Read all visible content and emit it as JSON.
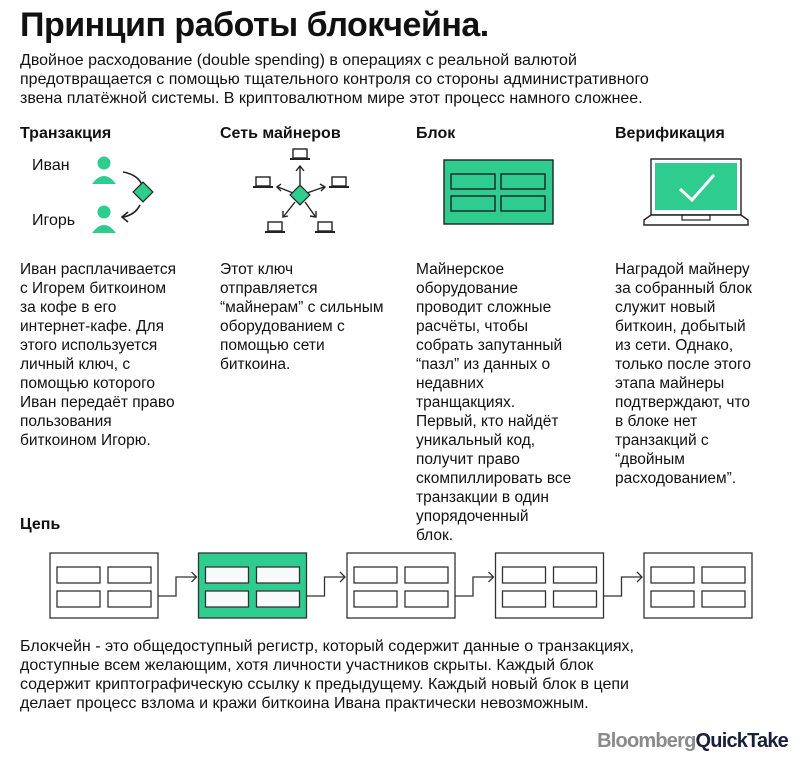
{
  "title": "Принцип работы блокчейна.",
  "intro": "Двойное расходование (double spending) в операциях с реальной валютой\nпредотвращается с помощью тщательного контроля со стороны административного\nзвена платёжной системы. В криптовалютном мире этот процесс намного сложнее.",
  "accent_color": "#2ecc8f",
  "columns": [
    {
      "heading": "Транзакция",
      "icon": "transaction-icon",
      "names": [
        "Иван",
        "Игорь"
      ],
      "text": "Иван расплачивается\nс Игорем биткоином\nза кофе в его\nинтернет-кафе. Для\nэтого используется\nличный ключ, с\nпомощью которого\nИван передаёт право\nпользования\nбиткоином Игорю."
    },
    {
      "heading": "Сеть майнеров",
      "icon": "miners-network-icon",
      "text": "Этот ключ\nотправляется\n“майнерам” с сильным\nоборудованием с\nпомощью сети\nбиткоина."
    },
    {
      "heading": "Блок",
      "icon": "block-icon",
      "text": "Майнерское\nоборудование\nпроводит сложные\nрасчёты, чтобы\nсобрать запутанный\n“пазл” из данных о\nнедавних\nтранщакциях.\nПервый, кто найдёт\nуникальный код,\nполучит право\nскомпиллировать все\nтранзакции в один\nупорядоченный\nблок."
    },
    {
      "heading": "Верификация",
      "icon": "laptop-check-icon",
      "text": "Наградой майнеру\nза собранный блок\nслужит новый\nбиткоин, добытый\nиз сети. Однако,\nтолько после этого\nэтапа майнеры\nподтверждают, что\nв блоке нет\nтранзакций с\n“двойным\nрасходованием”."
    }
  ],
  "chain": {
    "label": "Цепь",
    "blocks": 5,
    "highlighted_index": 1
  },
  "outro": "Блокчейн - это общедоступный регистр, который содержит данные о транзакциях,\nдоступные всем желающим, хотя личности участников скрыты. Каждый блок\nсодержит криптографическую ссылку к предыдущему. Каждый новый блок в цепи\nделает процесс взлома и кражи биткоина Ивана практически невозможным.",
  "logo": {
    "part1": "Bloomberg",
    "part2": "QuickTake"
  }
}
